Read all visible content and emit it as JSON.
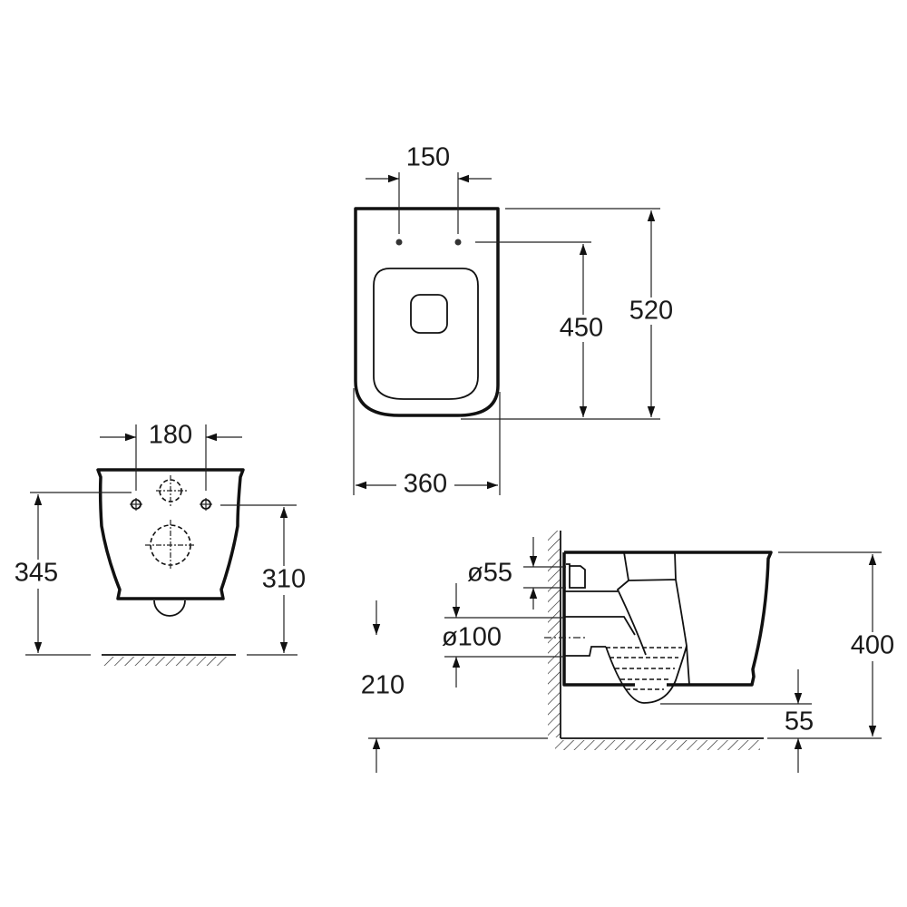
{
  "title": "Wall-hung toilet dimension drawing",
  "colors": {
    "line": "#111111",
    "background": "#ffffff"
  },
  "top_view": {
    "hole_spacing": "150",
    "length": "520",
    "hole_to_front": "450",
    "width": "360"
  },
  "front_view": {
    "bolt_spacing": "180",
    "inlet_height": "345",
    "bolt_height": "310"
  },
  "side_view": {
    "inlet_diameter": "ø55",
    "outlet_diameter": "ø100",
    "outlet_height": "210",
    "total_height": "400",
    "bottom_clearance": "55"
  }
}
